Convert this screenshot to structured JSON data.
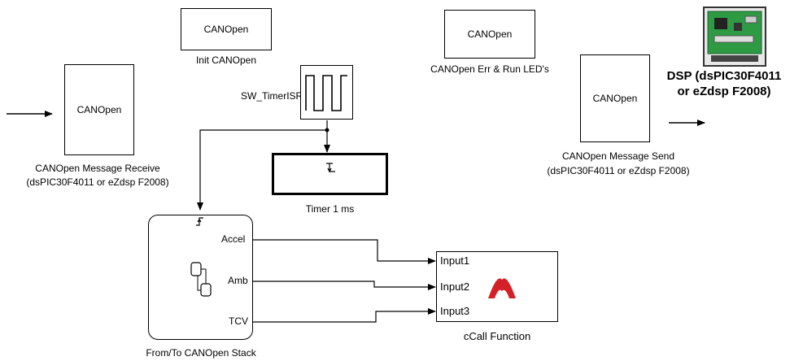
{
  "blocks": {
    "init": {
      "label": "CANOpen",
      "caption": "Init CANOpen"
    },
    "err_led": {
      "label": "CANOpen",
      "caption": "CANOpen Err & Run LED's"
    },
    "receive": {
      "label": "CANOpen",
      "caption_line1": "CANOpen Message Receive",
      "caption_line2": "(dsPIC30F4011 or eZdsp F2008)"
    },
    "send": {
      "label": "CANOpen",
      "caption_line1": "CANOpen Message Send",
      "caption_line2": "(dsPIC30F4011 or eZdsp F2008)"
    },
    "timer_isr": {
      "label": "SW_TimerISR"
    },
    "timer": {
      "caption": "Timer 1 ms"
    },
    "stack": {
      "caption": "From/To CANOpen Stack",
      "ports": [
        "Accel",
        "Amb",
        "TCV"
      ]
    },
    "ccall": {
      "caption": "cCall Function",
      "inputs": [
        "Input1",
        "Input2",
        "Input3"
      ]
    },
    "dsp": {
      "title_line1": "DSP (dsPIC30F4011",
      "title_line2": "or eZdsp F2008)"
    }
  },
  "colors": {
    "microchip_logo": "#d42027",
    "board_green": "#2e9a44"
  }
}
